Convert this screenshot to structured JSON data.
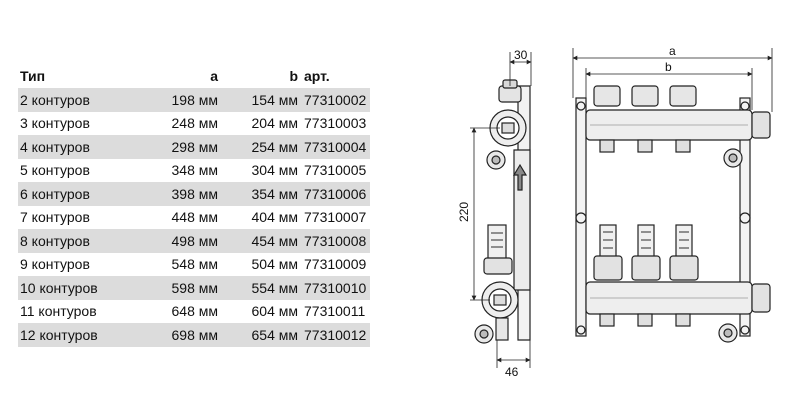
{
  "table": {
    "headers": {
      "type": "Тип",
      "a": "a",
      "b": "b",
      "art": "арт."
    },
    "rows": [
      {
        "type": "2 контуров",
        "a": "198 мм",
        "b": "154 мм",
        "art": "77310002"
      },
      {
        "type": "3 контуров",
        "a": "248 мм",
        "b": "204 мм",
        "art": "77310003"
      },
      {
        "type": "4 контуров",
        "a": "298 мм",
        "b": "254 мм",
        "art": "77310004"
      },
      {
        "type": "5 контуров",
        "a": "348 мм",
        "b": "304 мм",
        "art": "77310005"
      },
      {
        "type": "6 контуров",
        "a": "398 мм",
        "b": "354 мм",
        "art": "77310006"
      },
      {
        "type": "7 контуров",
        "a": "448 мм",
        "b": "404 мм",
        "art": "77310007"
      },
      {
        "type": "8 контуров",
        "a": "498 мм",
        "b": "454 мм",
        "art": "77310008"
      },
      {
        "type": "9 контуров",
        "a": "548 мм",
        "b": "504 мм",
        "art": "77310009"
      },
      {
        "type": "10 контуров",
        "a": "598 мм",
        "b": "554 мм",
        "art": "77310010"
      },
      {
        "type": "11 контуров",
        "a": "648 мм",
        "b": "604 мм",
        "art": "77310011"
      },
      {
        "type": "12 контуров",
        "a": "698 мм",
        "b": "654 мм",
        "art": "77310012"
      }
    ]
  },
  "drawing": {
    "dim_top_depth": "30",
    "dim_height": "220",
    "dim_bottom_depth": "46",
    "dim_a": "a",
    "dim_b": "b"
  },
  "colors": {
    "shade": "#dcdcdc",
    "line": "#222222"
  }
}
